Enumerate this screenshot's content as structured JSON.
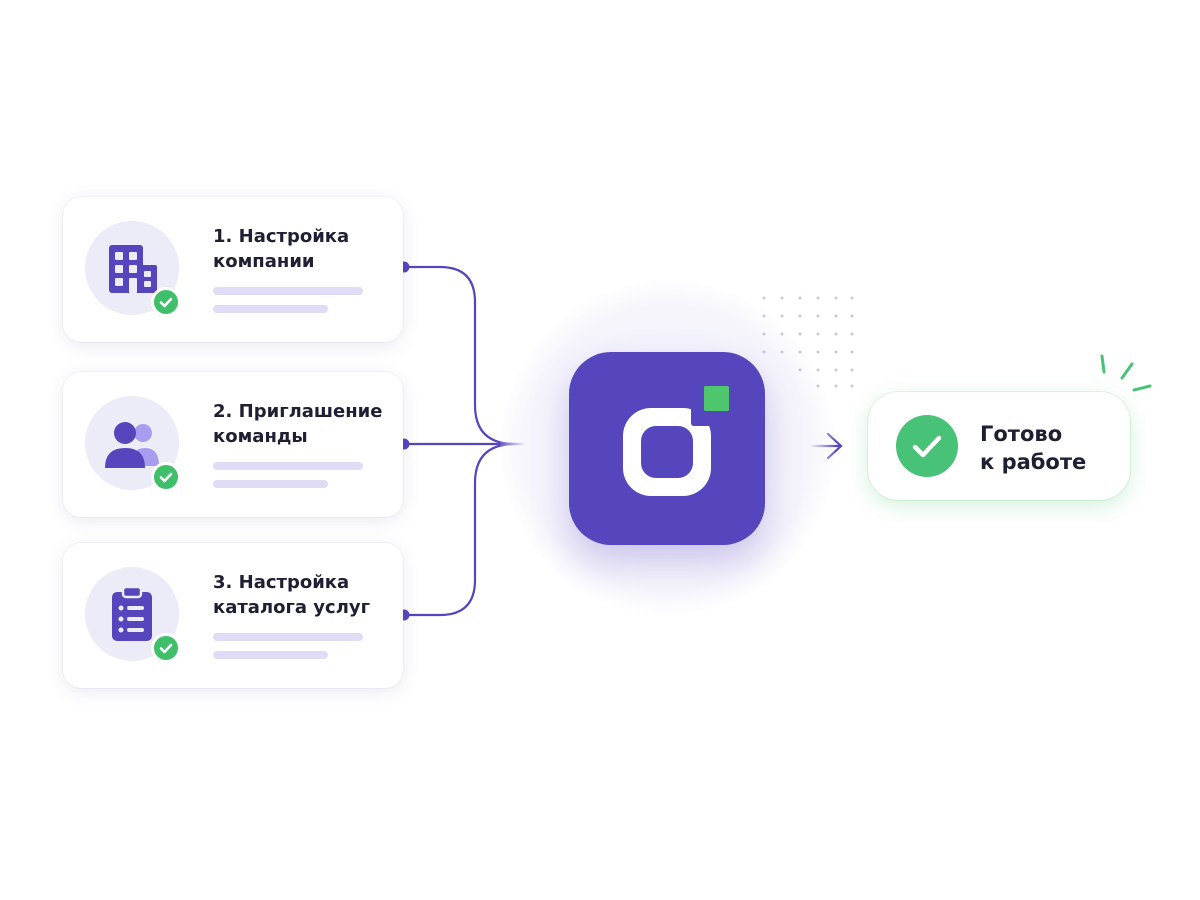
{
  "steps": [
    {
      "title_line1": "1. Настройка",
      "title_line2": "компании",
      "icon": "office-building-icon"
    },
    {
      "title_line1": "2. Приглашение",
      "title_line2": "команды",
      "icon": "team-users-icon"
    },
    {
      "title_line1": "3. Настройка",
      "title_line2": "каталога услуг",
      "icon": "clipboard-list-icon"
    }
  ],
  "result": {
    "line1": "Готово",
    "line2": "к работе",
    "icon": "check-circle-icon"
  },
  "hub": {
    "icon": "app-logo-icon"
  },
  "colors": {
    "primary": "#5546bd",
    "accent_green": "#3fbf6a",
    "light_lavender": "#ecebf8",
    "skeleton_bar": "#e0dcf6",
    "text_dark": "#1f1f33"
  }
}
